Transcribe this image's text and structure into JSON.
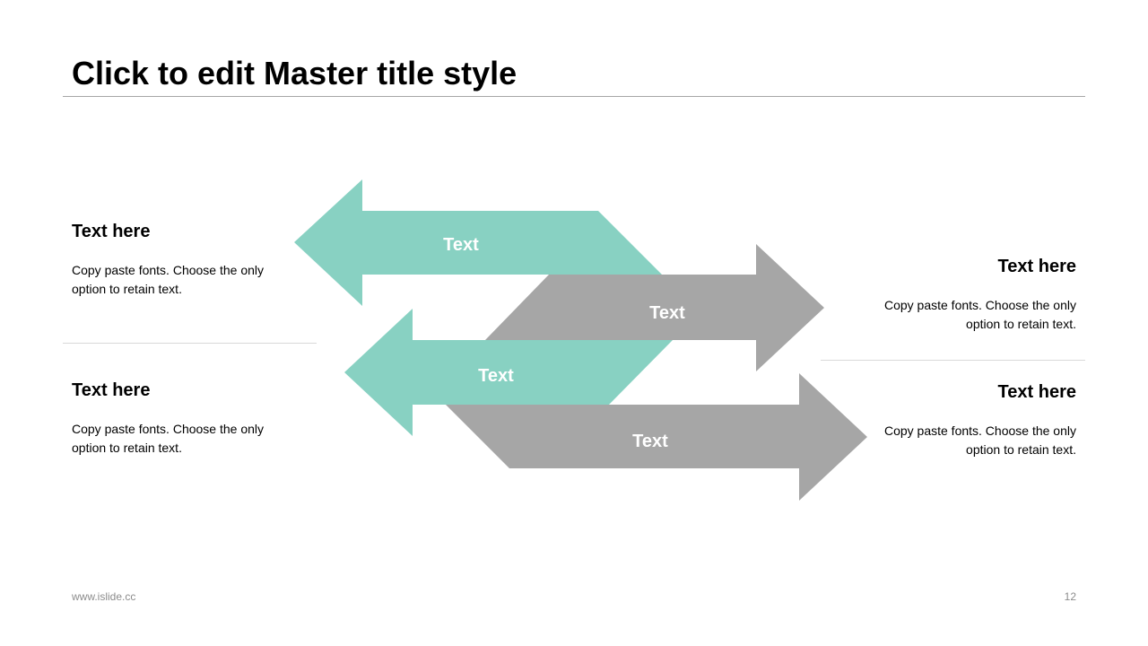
{
  "slide": {
    "title": "Click to edit Master title style"
  },
  "colors": {
    "teal": "#88d1c2",
    "gray": "#a6a6a6",
    "divider": "#d9d9d9",
    "footer_text": "#8c8c8c"
  },
  "blocks": [
    {
      "heading": "Text here",
      "body": "Copy paste fonts. Choose the only option to retain text."
    },
    {
      "heading": "Text here",
      "body": "Copy paste fonts. Choose the only option to retain text."
    },
    {
      "heading": "Text here",
      "body": "Copy paste fonts. Choose the only option to retain text."
    },
    {
      "heading": "Text here",
      "body": "Copy paste fonts. Choose the only option to retain text."
    }
  ],
  "arrows": [
    {
      "label": "Text",
      "direction": "left",
      "color": "teal"
    },
    {
      "label": "Text",
      "direction": "right",
      "color": "gray"
    },
    {
      "label": "Text",
      "direction": "left",
      "color": "teal"
    },
    {
      "label": "Text",
      "direction": "right",
      "color": "gray"
    }
  ],
  "footer": {
    "website": "www.islide.cc",
    "page_number": "12"
  }
}
